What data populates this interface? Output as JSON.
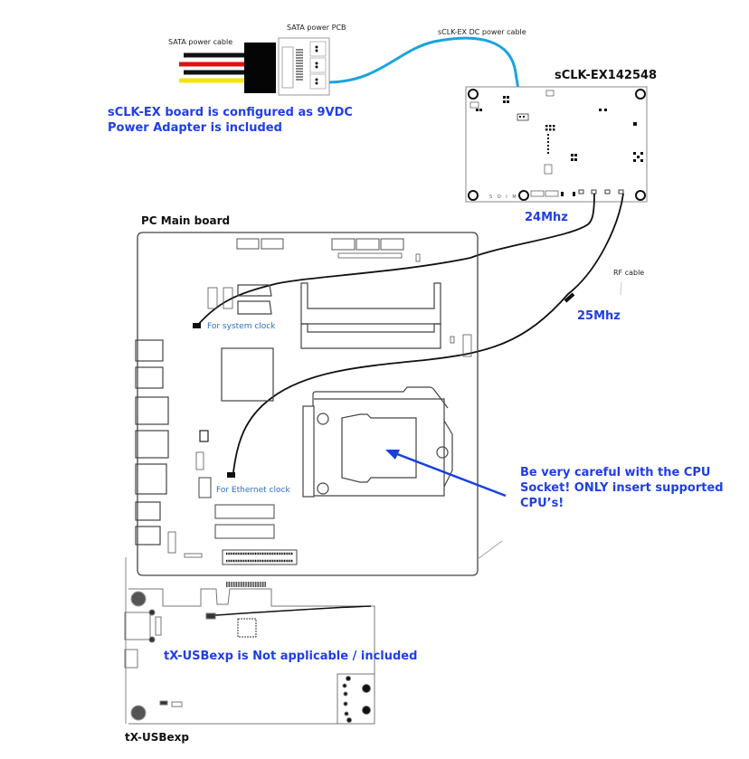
{
  "colors": {
    "annotation_blue": "#1f3fe6",
    "hint_blue": "#2a6fc4",
    "dc_cable_cyan": "#1aa3e0",
    "arrow_blue": "#1a3fe0",
    "wire_red": "#e01010",
    "wire_yellow": "#f2e600",
    "wire_black": "#111111",
    "outline": "#444444"
  },
  "labels": {
    "sata_power_cable": "SATA power cable",
    "sata_power_pcb": "SATA power PCB",
    "dc_power_cable": "sCLK-EX DC power cable",
    "sclk_board_title": "sCLK-EX142548",
    "config_note_line1": "sCLK-EX board is configured as 9VDC",
    "config_note_line2": "Power Adapter is included",
    "pc_main_board": "PC Main board",
    "freq_24": "24Mhz",
    "freq_25": "25Mhz",
    "rf_cable": "RF cable",
    "for_system_clock": "For system clock",
    "for_ethernet_clock": "For Ethernet clock",
    "cpu_warning_line1": "Be very careful with the CPU",
    "cpu_warning_line2": "Socket! ONLY insert supported",
    "cpu_warning_line3": "CPU’s!",
    "usbexp_note": "tX-USBexp is Not applicable / included",
    "usbexp_title": "tX-USBexp",
    "sclk_silk_text": "S O I M"
  }
}
